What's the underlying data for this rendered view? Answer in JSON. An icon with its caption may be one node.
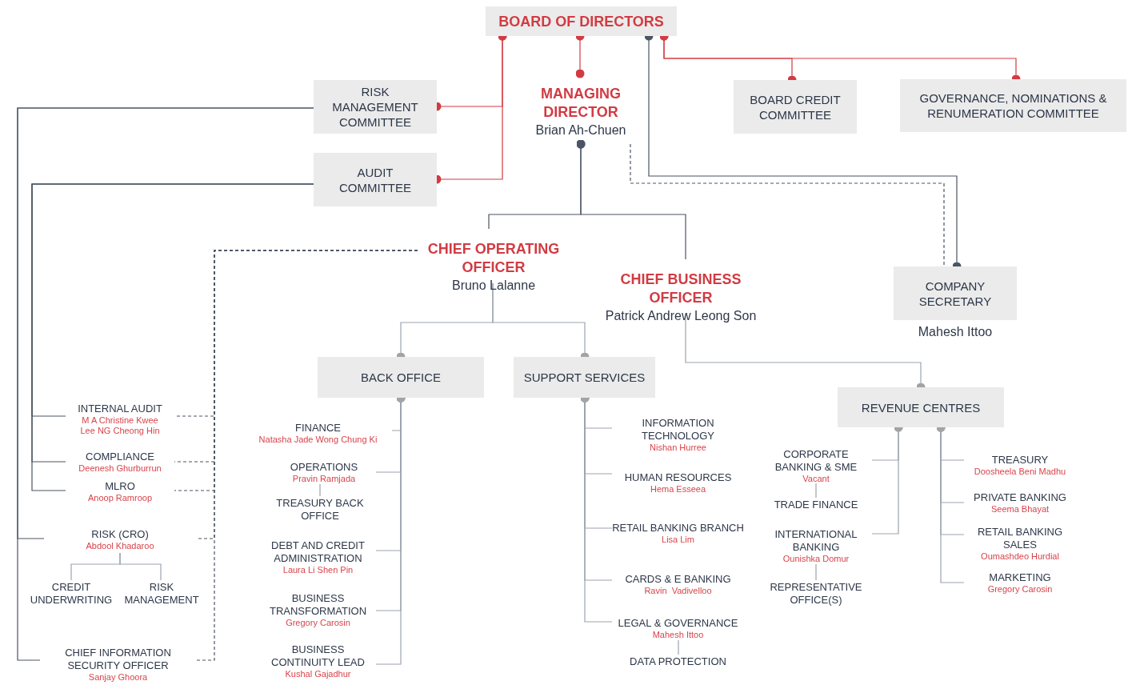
{
  "diagram": {
    "nodes": [
      {
        "text": [
          "BOARD OF DIRECTORS"
        ]
      },
      {
        "text": [
          "MANAGING DIRECTOR",
          "Brian Ah-Chuen"
        ]
      },
      {
        "text": [
          "RISK MANAGEMENT COMMITTEE"
        ]
      },
      {
        "text": [
          "AUDIT COMMITTEE"
        ]
      },
      {
        "text": [
          "BOARD CREDIT COMMITTEE"
        ]
      },
      {
        "text": [
          "GOVERNANCE, NOMINATIONS & RENUMERATION COMMITTEE"
        ]
      },
      {
        "text": [
          "CHIEF OPERATING OFFICER",
          "Bruno Lalanne"
        ]
      },
      {
        "text": [
          "CHIEF BUSINESS OFFICER",
          "Patrick Andrew Leong Son"
        ]
      },
      {
        "text": [
          "COMPANY SECRETARY"
        ],
        "beside": [
          "Mahesh Ittoo"
        ]
      },
      {
        "text": [
          "BACK OFFICE"
        ]
      },
      {
        "text": [
          "SUPPORT SERVICES"
        ]
      },
      {
        "text": [
          "REVENUE CENTRES"
        ]
      },
      {
        "text": [
          "INTERNAL AUDIT",
          "M A Christine Kwee",
          "Lee NG Cheong Hin"
        ]
      },
      {
        "text": [
          "COMPLIANCE",
          "Deenesh Ghurburrun"
        ]
      },
      {
        "text": [
          "MLRO",
          "Anoop Ramroop"
        ]
      },
      {
        "text": [
          "RISK (CRO)",
          "Abdool Khadaroo"
        ]
      },
      {
        "text": [
          "CREDIT UNDERWRITING"
        ]
      },
      {
        "text": [
          "RISK MANAGEMENT"
        ]
      },
      {
        "text": [
          "CHIEF INFORMATION SECURITY OFFICER",
          "Sanjay Ghoora"
        ]
      },
      {
        "text": [
          "FINANCE",
          "Natasha Jade Wong Chung Ki"
        ]
      },
      {
        "text": [
          "OPERATIONS",
          "Pravin Ramjada"
        ]
      },
      {
        "text": [
          "TREASURY BACK OFFICE"
        ]
      },
      {
        "text": [
          "DEBT AND CREDIT ADMINISTRATION",
          "Laura Li Shen Pin"
        ]
      },
      {
        "text": [
          "BUSINESS TRANSFORMATION",
          "Gregory Carosin"
        ]
      },
      {
        "text": [
          "BUSINESS CONTINUITY LEAD",
          "Kushal Gajadhur"
        ]
      },
      {
        "text": [
          "INFORMATION TECHNOLOGY",
          "Nishan Hurree"
        ]
      },
      {
        "text": [
          "HUMAN RESOURCES",
          "Hema Esseea"
        ]
      },
      {
        "text": [
          "RETAIL BANKING BRANCH",
          "Lisa Lim"
        ]
      },
      {
        "text": [
          "CARDS & E BANKING",
          "Ravin  Vadivelloo"
        ]
      },
      {
        "text": [
          "LEGAL & GOVERNANCE",
          "Mahesh Ittoo"
        ]
      },
      {
        "text": [
          "DATA PROTECTION"
        ]
      },
      {
        "text": [
          "CORPORATE BANKING & SME",
          "Vacant"
        ]
      },
      {
        "text": [
          "TRADE FINANCE"
        ]
      },
      {
        "text": [
          "INTERNATIONAL BANKING",
          "Ounishka Domur"
        ]
      },
      {
        "text": [
          "REPRESENTATIVE OFFICE(S)"
        ]
      },
      {
        "text": [
          "TREASURY",
          "Doosheela Beni Madhu"
        ]
      },
      {
        "text": [
          "PRIVATE BANKING",
          "Seema Bhayat"
        ]
      },
      {
        "text": [
          "RETAIL BANKING SALES",
          "Oumashdeo Hurdial"
        ]
      },
      {
        "text": [
          "MARKETING",
          "Gregory Carosin"
        ]
      }
    ],
    "edges": [
      {
        "from": 0,
        "to": 1,
        "arrow": "other",
        "color": "#d23b43"
      },
      {
        "from": 0,
        "to": 2,
        "arrow": "other",
        "color": "#d23b43"
      },
      {
        "from": 0,
        "to": 3,
        "arrow": "other",
        "color": "#d23b43"
      },
      {
        "from": 0,
        "to": 4,
        "arrow": "other",
        "color": "#d23b43"
      },
      {
        "from": 0,
        "to": 5,
        "arrow": "other",
        "color": "#d23b43"
      },
      {
        "from": 0,
        "to": 8,
        "arrow": "other",
        "color": "#4b5563"
      },
      {
        "from": 1,
        "to": 8,
        "arrow": "none",
        "style": "dashed",
        "color": "#4b5563"
      },
      {
        "from": 1,
        "to": 6,
        "arrow": "other",
        "color": "#4b5563"
      },
      {
        "from": 1,
        "to": 7,
        "arrow": "other",
        "color": "#4b5563"
      },
      {
        "from": 6,
        "to": 9,
        "arrow": "other"
      },
      {
        "from": 6,
        "to": 10,
        "arrow": "other"
      },
      {
        "from": 7,
        "to": 11,
        "arrow": "other"
      },
      {
        "from": 6,
        "to": 12,
        "arrow": "none",
        "style": "dashed",
        "color": "#4b5563"
      },
      {
        "from": 6,
        "to": 13,
        "arrow": "none",
        "style": "dashed",
        "color": "#4b5563"
      },
      {
        "from": 6,
        "to": 14,
        "arrow": "none",
        "style": "dashed",
        "color": "#4b5563"
      },
      {
        "from": 6,
        "to": 15,
        "arrow": "none",
        "style": "dashed",
        "color": "#4b5563"
      },
      {
        "from": 6,
        "to": 18,
        "arrow": "none",
        "style": "dashed",
        "color": "#4b5563"
      },
      {
        "from": 2,
        "to": 15,
        "arrow": "none",
        "color": "#4b5563"
      },
      {
        "from": 2,
        "to": 18,
        "arrow": "none",
        "color": "#4b5563"
      },
      {
        "from": 3,
        "to": 12,
        "arrow": "none",
        "color": "#4b5563"
      },
      {
        "from": 3,
        "to": 13,
        "arrow": "none",
        "color": "#4b5563"
      },
      {
        "from": 3,
        "to": 14,
        "arrow": "none",
        "color": "#4b5563"
      },
      {
        "from": 15,
        "to": 16,
        "arrow": "none"
      },
      {
        "from": 15,
        "to": 17,
        "arrow": "none"
      },
      {
        "from": 9,
        "to": 19,
        "arrow": "other"
      },
      {
        "from": 9,
        "to": 20,
        "arrow": "other"
      },
      {
        "from": 9,
        "to": 22,
        "arrow": "other"
      },
      {
        "from": 9,
        "to": 23,
        "arrow": "other"
      },
      {
        "from": 9,
        "to": 24,
        "arrow": "other"
      },
      {
        "from": 20,
        "to": 21,
        "arrow": "none"
      },
      {
        "from": 10,
        "to": 25,
        "arrow": "other"
      },
      {
        "from": 10,
        "to": 26,
        "arrow": "other"
      },
      {
        "from": 10,
        "to": 27,
        "arrow": "other"
      },
      {
        "from": 10,
        "to": 28,
        "arrow": "other"
      },
      {
        "from": 10,
        "to": 29,
        "arrow": "other"
      },
      {
        "from": 29,
        "to": 30,
        "arrow": "none"
      },
      {
        "from": 11,
        "to": 31,
        "arrow": "other"
      },
      {
        "from": 11,
        "to": 33,
        "arrow": "other"
      },
      {
        "from": 31,
        "to": 32,
        "arrow": "none"
      },
      {
        "from": 33,
        "to": 34,
        "arrow": "none"
      },
      {
        "from": 11,
        "to": 35,
        "arrow": "other"
      },
      {
        "from": 11,
        "to": 36,
        "arrow": "other"
      },
      {
        "from": 11,
        "to": 37,
        "arrow": "other"
      },
      {
        "from": 11,
        "to": 38,
        "arrow": "other"
      }
    ]
  }
}
